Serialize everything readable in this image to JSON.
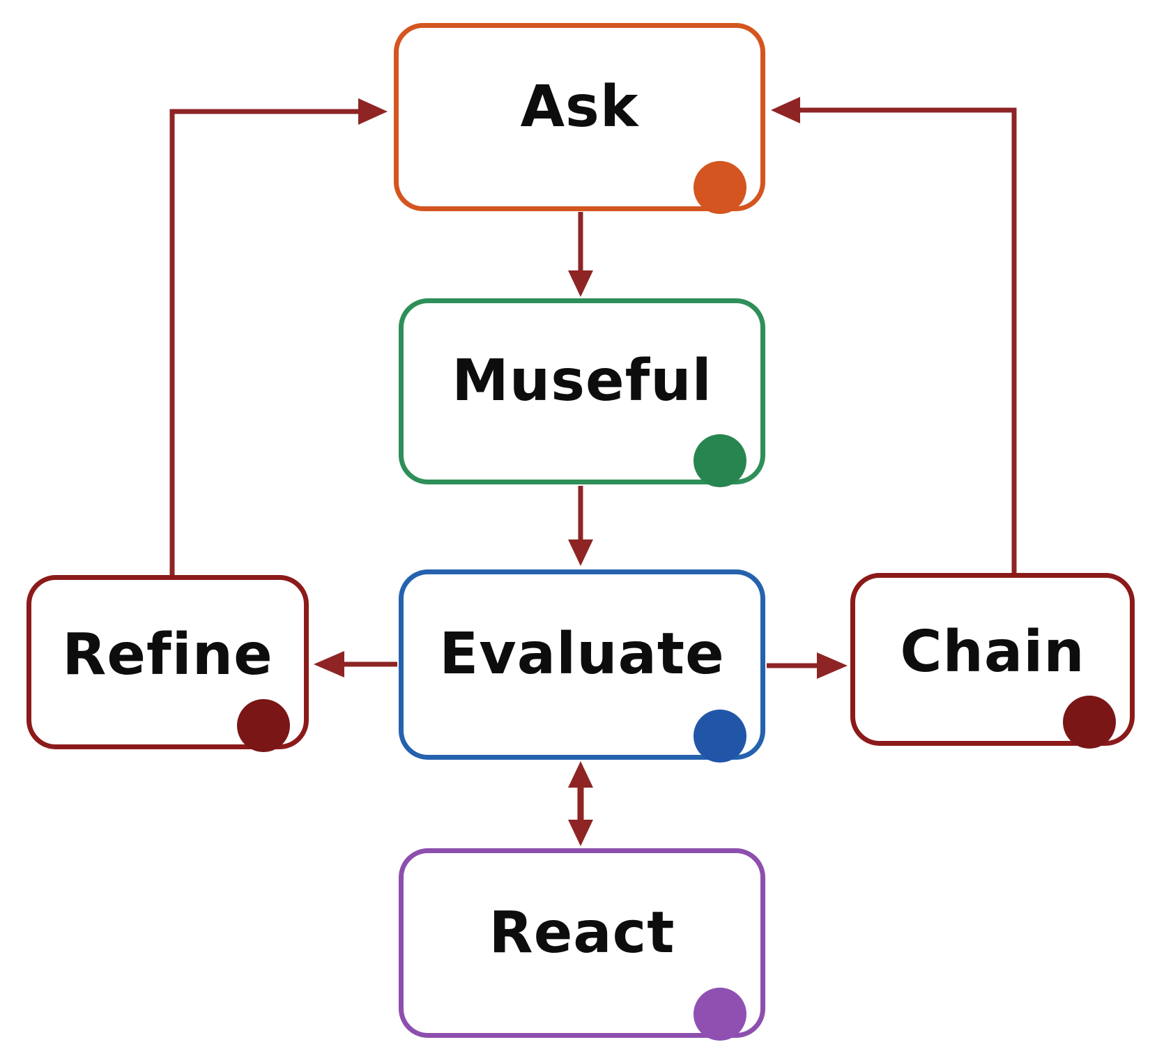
{
  "diagram": {
    "background": "#ffffff",
    "arrow_color": "#8e2424",
    "nodes": {
      "ask": {
        "label": "Ask",
        "border_color": "#d4551f",
        "dot_color": "#d4551f"
      },
      "museful": {
        "label": "Museful",
        "border_color": "#2e8f58",
        "dot_color": "#27864f"
      },
      "evaluate": {
        "label": "Evaluate",
        "border_color": "#2562ae",
        "dot_color": "#2155a8"
      },
      "refine": {
        "label": "Refine",
        "border_color": "#8c1a1a",
        "dot_color": "#7a1616"
      },
      "chain": {
        "label": "Chain",
        "border_color": "#8c1a1a",
        "dot_color": "#7a1616"
      },
      "react": {
        "label": "React",
        "border_color": "#8d4fae",
        "dot_color": "#9050b2"
      }
    },
    "edges": [
      {
        "from": "ask",
        "to": "museful",
        "direction": "one-way"
      },
      {
        "from": "museful",
        "to": "evaluate",
        "direction": "one-way"
      },
      {
        "from": "evaluate",
        "to": "refine",
        "direction": "one-way"
      },
      {
        "from": "evaluate",
        "to": "chain",
        "direction": "one-way"
      },
      {
        "from": "evaluate",
        "to": "react",
        "direction": "two-way"
      },
      {
        "from": "refine",
        "to": "ask",
        "direction": "one-way"
      },
      {
        "from": "chain",
        "to": "ask",
        "direction": "one-way"
      }
    ]
  }
}
